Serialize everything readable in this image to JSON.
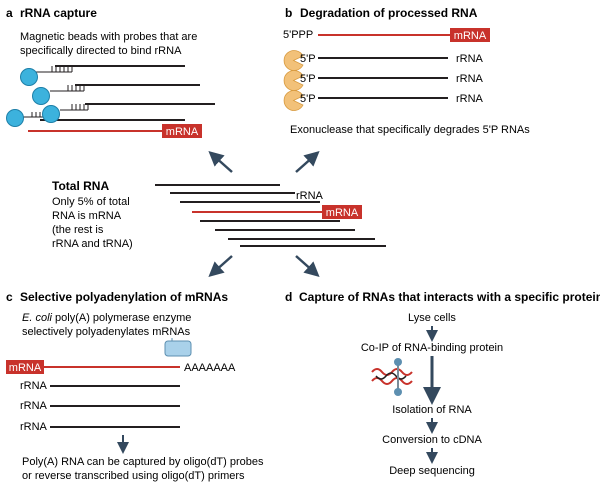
{
  "colors": {
    "red": "#c8322b",
    "line": "#231f20",
    "bead": "#3cb2dd",
    "exonuclease": "#f2c179",
    "protein": "#a9d1ea",
    "arrow": "#34495e"
  },
  "panel_a": {
    "letter": "a",
    "title": "rRNA capture",
    "desc_line1": "Magnetic beads with probes that are",
    "desc_line2": "specifically directed to bind rRNA",
    "mrna": "mRNA"
  },
  "panel_b": {
    "letter": "b",
    "title": "Degradation of processed RNA",
    "five_ppp": "5'PPP",
    "mrna": "mRNA",
    "five_p": "5'P",
    "rrna": "rRNA",
    "desc": "Exonuclease that specifically degrades 5'P RNAs"
  },
  "center": {
    "title": "Total RNA",
    "line1": "Only 5% of total",
    "line2": "RNA is mRNA",
    "line3": "(the rest is",
    "line4": "rRNA and tRNA)",
    "rrna": "rRNA",
    "mrna": "mRNA"
  },
  "panel_c": {
    "letter": "c",
    "title": "Selective polyadenylation of mRNAs",
    "desc_italic": "E. coli",
    "desc_line1_rest": " poly(A) polymerase enzyme",
    "desc_line2": "selectively polyadenylates mRNAs",
    "mrna": "mRNA",
    "polya": "AAAAAAA",
    "rrna": "rRNA",
    "bottom_line1": "Poly(A) RNA can be captured by oligo(dT) probes",
    "bottom_line2": "or reverse transcribed using oligo(dT) primers"
  },
  "panel_d": {
    "letter": "d",
    "title": "Capture of RNAs that interacts with a specific protein",
    "step1": "Lyse cells",
    "step2": "Co-IP of RNA-binding protein",
    "step3": "Isolation of RNA",
    "step4": "Conversion to cDNA",
    "step5": "Deep sequencing"
  }
}
